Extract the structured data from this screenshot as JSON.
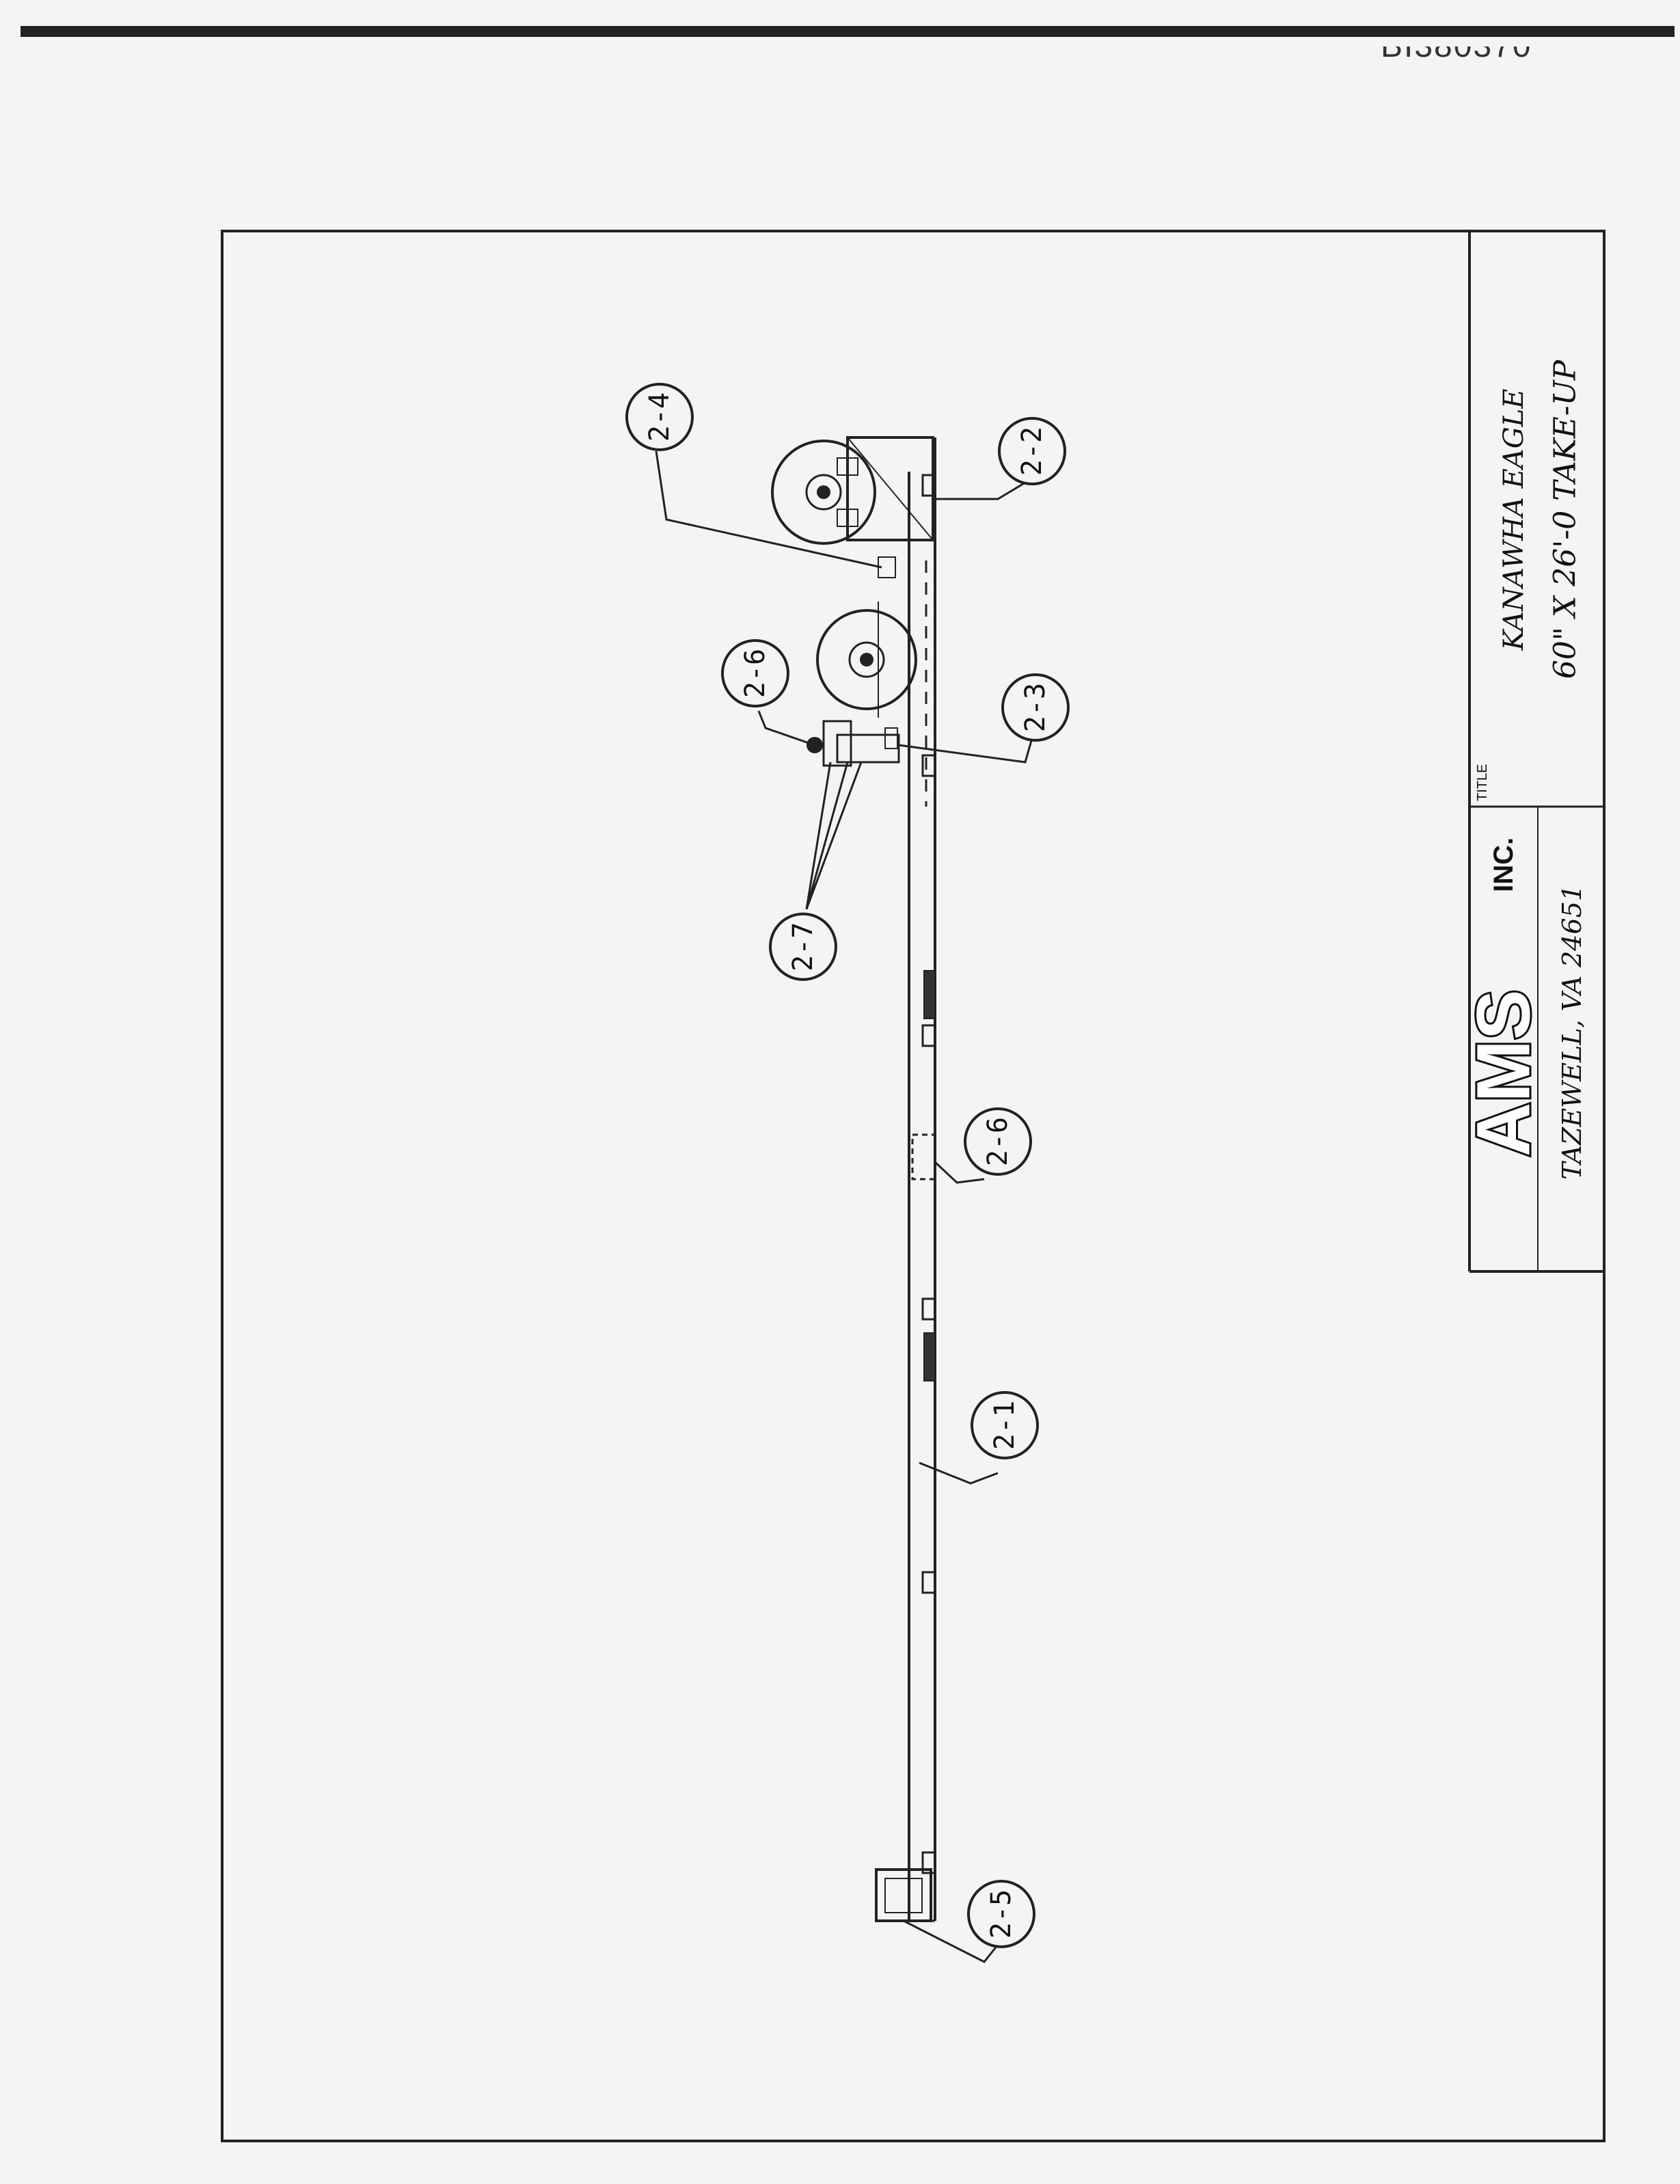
{
  "doc_number": "BI380370",
  "title_block": {
    "title_label": "TITLE",
    "title_line1": "KANAWHA EAGLE",
    "title_line2": "60\" X 26'-0 TAKE-UP",
    "company_logo": "AMS",
    "company_suffix": "INC.",
    "company_address": "TAZEWELL, VA 24651"
  },
  "callouts": {
    "c1": "2-1",
    "c2": "2-2",
    "c3": "2-3",
    "c4": "2-4",
    "c5": "2-5",
    "c6a": "2-6",
    "c6b": "2-6",
    "c7": "2-7"
  }
}
